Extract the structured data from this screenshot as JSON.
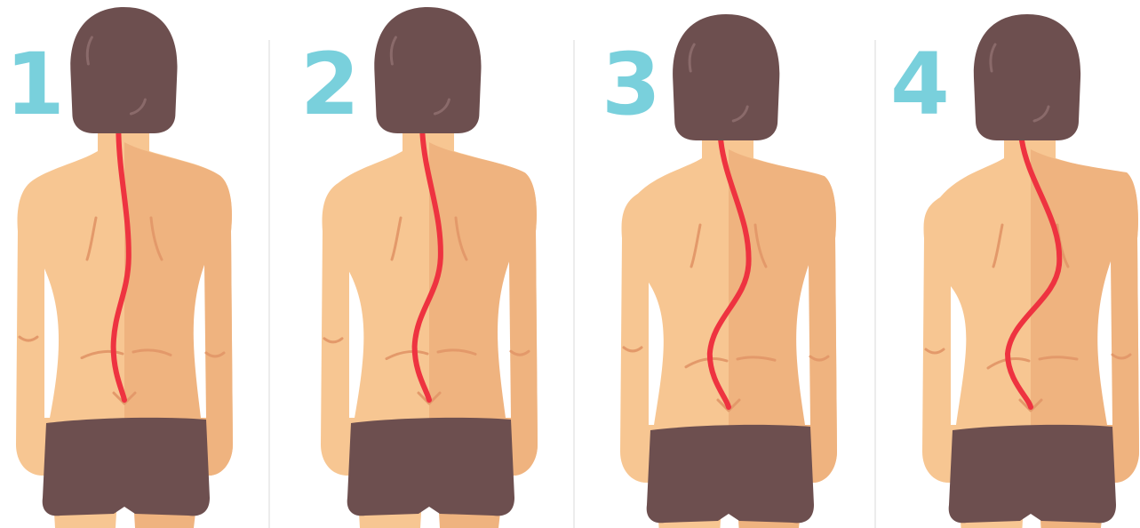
{
  "colors": {
    "background": "#ffffff",
    "number": "#79d0dc",
    "hair": "#6d4f4f",
    "shorts": "#6d4f4f",
    "skin_light": "#f7c692",
    "skin_shade": "#efb37f",
    "contour": "#e3996a",
    "spine": "#ee3340",
    "divider": "#e6e6e6"
  },
  "stages": [
    {
      "number": "1",
      "curve": 0.15
    },
    {
      "number": "2",
      "curve": 0.4
    },
    {
      "number": "3",
      "curve": 0.7
    },
    {
      "number": "4",
      "curve": 1.0
    }
  ]
}
